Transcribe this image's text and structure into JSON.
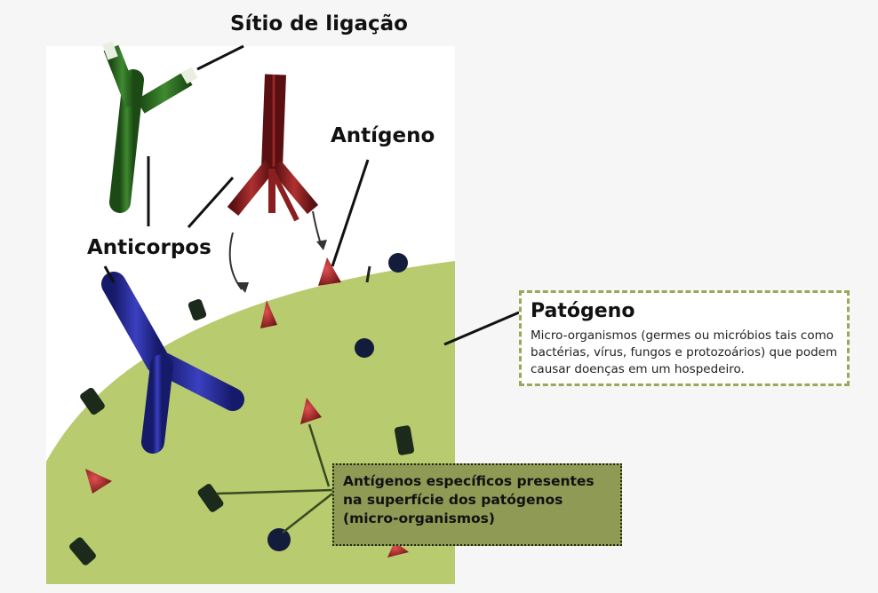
{
  "labels": {
    "binding_site": "Sítio de ligação",
    "antigen": "Antígeno",
    "antibodies": "Anticorpos"
  },
  "pathogen_box": {
    "title": "Patógeno",
    "description": "Micro-organismos (germes ou micróbios tais como bactérias, vírus, fungos e protozoários) que podem causar doenças em um hospedeiro."
  },
  "antigens_box": {
    "text": "Antígenos específicos presentes na superfície dos patógenos (micro-organismos)"
  },
  "colors": {
    "pathogen_fill": "#b8cb6e",
    "antibody_green": "#2f6b23",
    "antibody_red": "#8a1f22",
    "antibody_blue": "#2b2f9a",
    "antigen_dark": "#1c2a1c",
    "antigen_navy": "#141c3c",
    "antigen_red": "#a52424",
    "box_fill": "#8f9a55",
    "box_border": "#9aa85a"
  }
}
